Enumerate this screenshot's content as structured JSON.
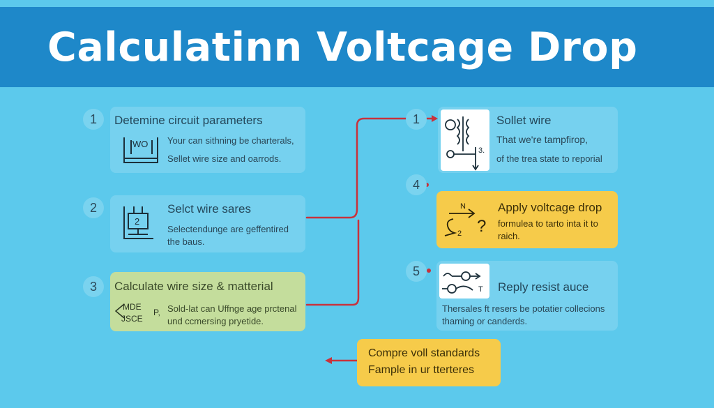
{
  "title": "Calculatinn Voltcage Drop",
  "colors": {
    "header": "#1e88c9",
    "background": "#5cc9ec",
    "connector": "#c8323c",
    "highlight_green": "#c4dd9c",
    "highlight_yellow": "#f6cb4a"
  },
  "left_steps": [
    {
      "number": "1",
      "title": "Detemine circuit parameters",
      "desc": [
        "Your can sithning be charterals,",
        "Sellet wire size and oarrods."
      ],
      "icon": "circuit-box-icon",
      "icon_label": "WO"
    },
    {
      "number": "2",
      "title": "Selct wire sares",
      "desc": [
        "Selectendunge are geffentired",
        "the  baus."
      ],
      "icon": "wire-selector-icon",
      "icon_label": "2"
    },
    {
      "number": "3",
      "title": "Calculate wire size & matterial",
      "desc": [
        "Sold-lat can Uffnge age prctenal",
        "und ccmersing pryetide."
      ],
      "icon": "formula-icon",
      "icon_label": [
        "MDE",
        "JSCE",
        "P,"
      ]
    }
  ],
  "right_steps": [
    {
      "number": "1",
      "title": "Sollet wire",
      "desc": [
        "That we're tampfirop,",
        "of the trea state to reporial"
      ],
      "icon": "transformer-icon",
      "icon_label": "3."
    },
    {
      "number": "4",
      "title": "Apply voltcage drop",
      "desc": [
        "formulea to tarto inta it to",
        "raich."
      ],
      "icon": "formula-question-icon",
      "icon_label": [
        "N",
        "2",
        "?"
      ]
    },
    {
      "number": "5",
      "title": "Reply resist auce",
      "desc": [
        "Thersales ft resers be potatier collecions",
        "thaming or canderds."
      ],
      "icon": "resistor-icon",
      "icon_label": "T"
    }
  ],
  "bottom_box": {
    "lines": [
      "Compre voll standards",
      "Fample in ur tterteres"
    ]
  }
}
